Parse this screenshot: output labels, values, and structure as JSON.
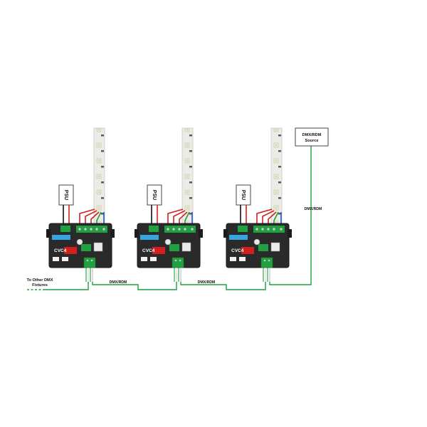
{
  "labels": {
    "dmx_source": [
      "DMX/RDM",
      "Source"
    ],
    "dmx_rdm": "DMX/RDM",
    "to_other": [
      "To Other DMX",
      "Fixtures"
    ],
    "psu": "PSU",
    "device_model": "CVC4"
  },
  "colors": {
    "dmx_line": "#1e9e3c",
    "wire_red": "#d21f1f",
    "wire_green": "#1e9e3c",
    "wire_blue": "#1f55d6",
    "wire_black": "#111111",
    "controller_body": "#2a2a2a",
    "led_strip": "#e6e6e0"
  },
  "devices": [
    {
      "model": "CVC4",
      "psu": "PSU"
    },
    {
      "model": "CVC4",
      "psu": "PSU"
    },
    {
      "model": "CVC4",
      "psu": "PSU"
    }
  ]
}
